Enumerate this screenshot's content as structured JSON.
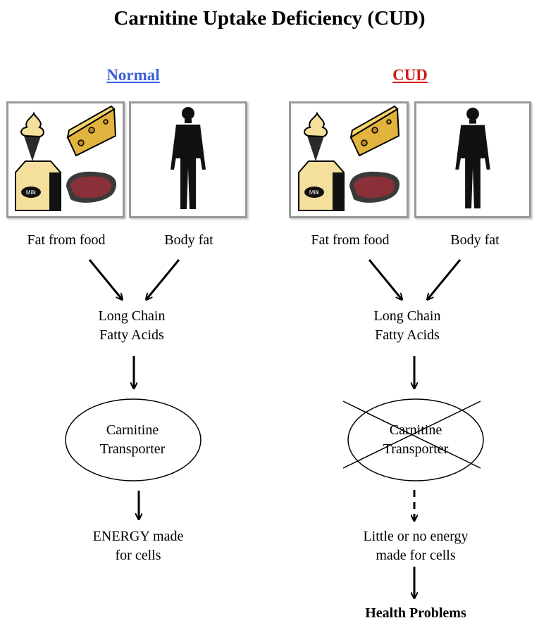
{
  "title": "Carnitine Uptake Deficiency (CUD)",
  "colors": {
    "normal_heading": "#3b5fd8",
    "cud_heading": "#d01b1b"
  },
  "normal": {
    "heading": "Normal",
    "fat_from_food": "Fat from food",
    "body_fat": "Body fat",
    "fatty_acids_line1": "Long Chain",
    "fatty_acids_line2": "Fatty Acids",
    "transporter_line1": "Carnitine",
    "transporter_line2": "Transporter",
    "result_line1": "ENERGY made",
    "result_line2": "for cells"
  },
  "cud": {
    "heading": "CUD",
    "fat_from_food": "Fat from food",
    "body_fat": "Body fat",
    "fatty_acids_line1": "Long Chain",
    "fatty_acids_line2": "Fatty Acids",
    "transporter_line1": "Carnitine",
    "transporter_line2": "Transporter",
    "result_line1": "Little or no energy",
    "result_line2": "made for cells",
    "outcome": "Health Problems"
  },
  "milk_carton_label": "Milk",
  "icons": [
    "ice-cream-icon",
    "cheese-icon",
    "milk-carton-icon",
    "steak-icon",
    "human-silhouette-icon"
  ]
}
